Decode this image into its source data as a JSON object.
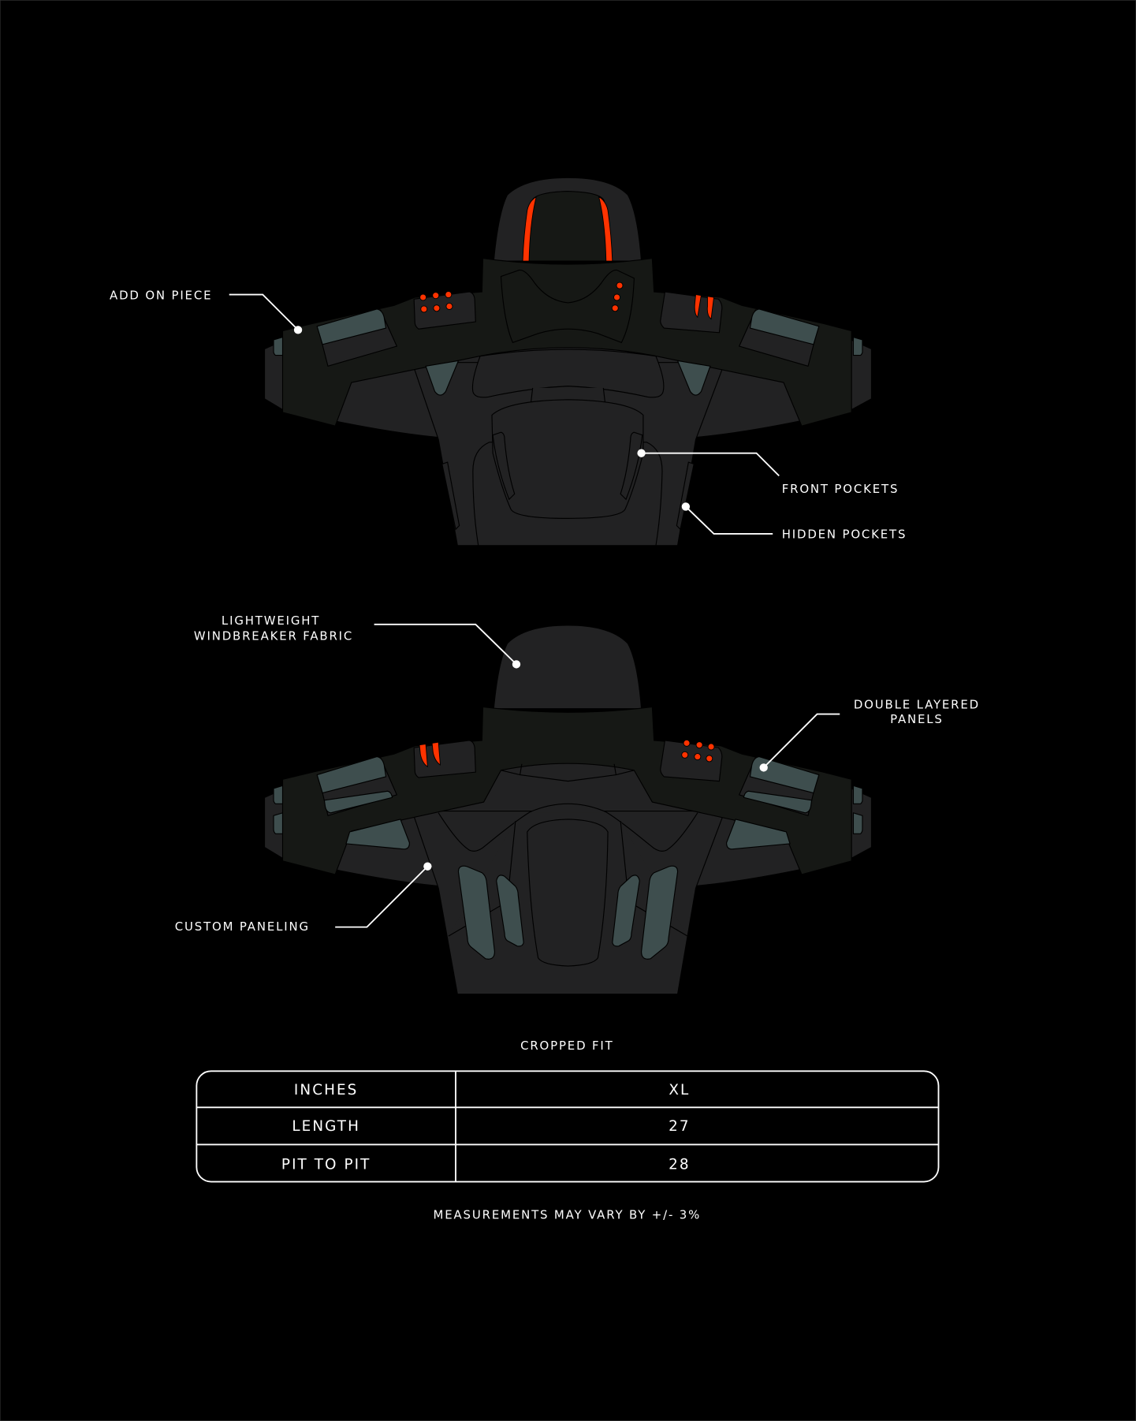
{
  "colors": {
    "background": "#000000",
    "fabric": "#222223",
    "panel_dark": "#161815",
    "panel_teal": "#3e4e4e",
    "accent": "#ff3300",
    "text": "#ffffff"
  },
  "front_view": {
    "callouts": {
      "add_on_piece": "ADD ON PIECE",
      "front_pockets": "FRONT POCKETS",
      "hidden_pockets": "HIDDEN POCKETS"
    }
  },
  "back_view": {
    "callouts": {
      "fabric_line1": "LIGHTWEIGHT",
      "fabric_line2": "WINDBREAKER FABRIC",
      "double_line1": "DOUBLE LAYERED",
      "double_line2": "PANELS",
      "custom_paneling": "CUSTOM PANELING"
    }
  },
  "size_chart": {
    "title": "CROPPED FIT",
    "header": [
      "INCHES",
      "XL"
    ],
    "rows": [
      [
        "LENGTH",
        "27"
      ],
      [
        "PIT TO PIT",
        "28"
      ]
    ],
    "note": "MEASUREMENTS MAY VARY BY +/- 3%"
  }
}
